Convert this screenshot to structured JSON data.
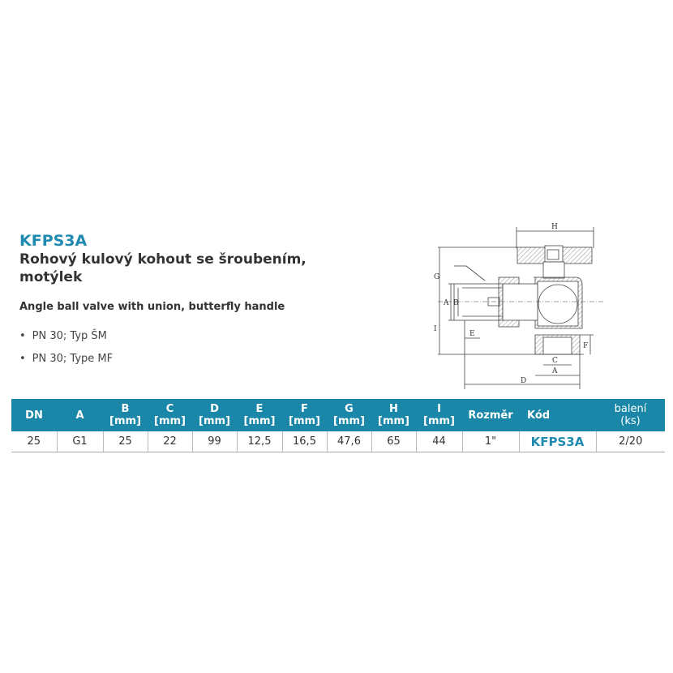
{
  "product": {
    "code": "KFPS3A",
    "name_cz": "Rohový kulový kohout se šroubením, motýlek",
    "name_en": "Angle ball valve with union, butterfly handle",
    "bullets": [
      "PN 30; Typ ŠM",
      "PN 30; Type MF"
    ]
  },
  "drawing": {
    "labels": {
      "H": "H",
      "G": "G",
      "I": "I",
      "A": "A",
      "B": "B",
      "E": "E",
      "F": "F",
      "C": "C",
      "A2": "A",
      "D": "D"
    }
  },
  "table": {
    "headers": [
      {
        "top": "DN",
        "unit": ""
      },
      {
        "top": "A",
        "unit": ""
      },
      {
        "top": "B",
        "unit": "[mm]"
      },
      {
        "top": "C",
        "unit": "[mm]"
      },
      {
        "top": "D",
        "unit": "[mm]"
      },
      {
        "top": "E",
        "unit": "[mm]"
      },
      {
        "top": "F",
        "unit": "[mm]"
      },
      {
        "top": "G",
        "unit": "[mm]"
      },
      {
        "top": "H",
        "unit": "[mm]"
      },
      {
        "top": "I",
        "unit": "[mm]"
      },
      {
        "top": "Rozměr",
        "unit": ""
      },
      {
        "top": "Kód",
        "unit": ""
      },
      {
        "top": "balení",
        "unit": "(ks)"
      }
    ],
    "rows": [
      [
        "25",
        "G1",
        "25",
        "22",
        "99",
        "12,5",
        "16,5",
        "47,6",
        "65",
        "44",
        "1\"",
        "KFPS3A",
        "2/20"
      ]
    ]
  }
}
